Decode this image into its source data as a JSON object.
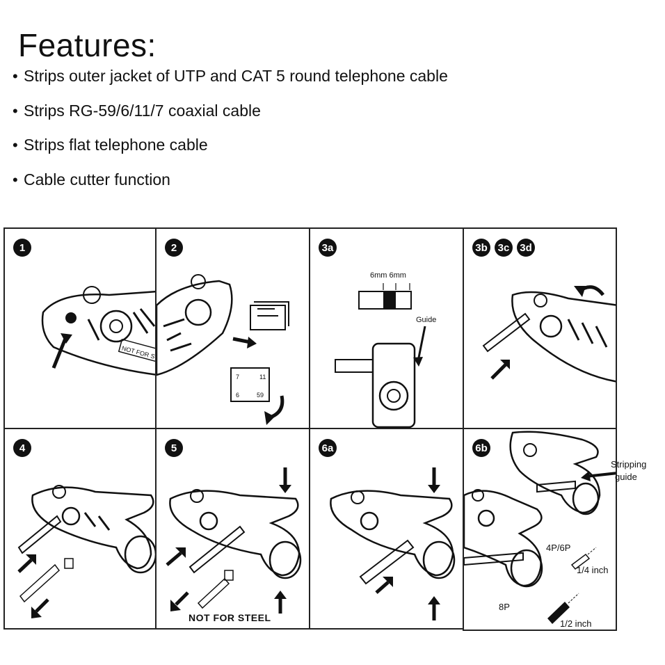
{
  "title": "Features:",
  "features": [
    "Strips outer jacket of UTP and CAT 5 round telephone cable",
    "Strips RG-59/6/11/7  coaxial cable",
    "Strips flat telephone cable",
    "Cable cutter function"
  ],
  "panels": {
    "p1": {
      "badges": [
        "1"
      ],
      "stamp": "NOT FOR STE"
    },
    "p2": {
      "badges": [
        "2"
      ],
      "insert_labels": [
        "7",
        "11",
        "6",
        "59"
      ]
    },
    "p3a": {
      "badges": [
        "3a"
      ],
      "measure": "6mm 6mm",
      "guide": "Guide"
    },
    "p3b": {
      "badges": [
        "3b",
        "3c",
        "3d"
      ]
    },
    "p4": {
      "badges": [
        "4"
      ]
    },
    "p5": {
      "badges": [
        "5"
      ],
      "warning": "NOT FOR STEEL"
    },
    "p6a": {
      "badges": [
        "6a"
      ]
    },
    "p6b": {
      "badges": [
        "6b"
      ],
      "stripping_guide_1": "Stripping",
      "stripping_guide_2": "guide",
      "size_4p": "4P/6P",
      "size_8p": "8P",
      "inch_quarter": "1/4 inch",
      "inch_half": "1/2 inch"
    }
  }
}
